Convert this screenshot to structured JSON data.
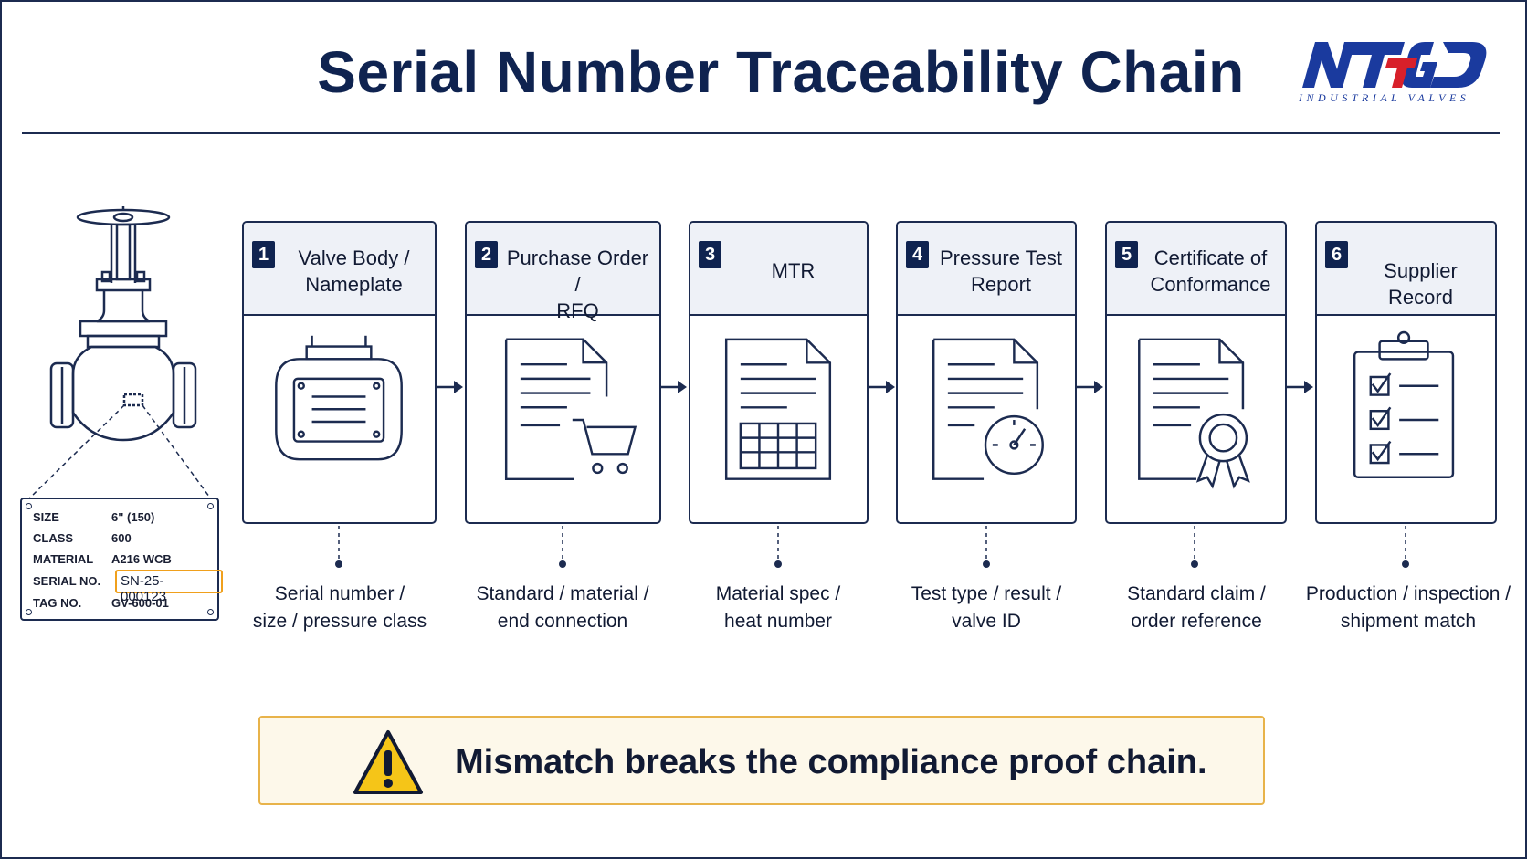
{
  "header": {
    "title": "Serial Number Traceability Chain",
    "logo_text": "NTGD",
    "logo_tagline": "INDUSTRIAL VALVES"
  },
  "nameplate": {
    "rows": [
      {
        "key": "SIZE",
        "value": "6\" (150)"
      },
      {
        "key": "CLASS",
        "value": "600"
      },
      {
        "key": "MATERIAL",
        "value": "A216 WCB"
      },
      {
        "key": "SERIAL NO.",
        "value": "SN-25-000123"
      },
      {
        "key": "TAG NO.",
        "value": "GV-600-01"
      }
    ],
    "highlight_color": "#f0a01c"
  },
  "steps": [
    {
      "number": "1",
      "title_line1": "Valve Body /",
      "title_line2": "Nameplate",
      "icon": "nameplate-icon",
      "desc_line1": "Serial number /",
      "desc_line2": "size / pressure class"
    },
    {
      "number": "2",
      "title_line1": "Purchase Order /",
      "title_line2": "RFQ",
      "icon": "purchase-order-icon",
      "desc_line1": "Standard / material /",
      "desc_line2": "end connection"
    },
    {
      "number": "3",
      "title_line1": "MTR",
      "title_line2": "",
      "icon": "mtr-document-icon",
      "desc_line1": "Material spec /",
      "desc_line2": "heat number"
    },
    {
      "number": "4",
      "title_line1": "Pressure Test",
      "title_line2": "Report",
      "icon": "pressure-test-icon",
      "desc_line1": "Test type / result /",
      "desc_line2": "valve ID"
    },
    {
      "number": "5",
      "title_line1": "Certificate of",
      "title_line2": "Conformance",
      "icon": "certificate-icon",
      "desc_line1": "Standard claim /",
      "desc_line2": "order reference"
    },
    {
      "number": "6",
      "title_line1": "Supplier Record",
      "title_line2": "",
      "icon": "clipboard-checklist-icon",
      "desc_line1": "Production / inspection /",
      "desc_line2": "shipment match"
    }
  ],
  "warning": {
    "icon": "warning-triangle-icon",
    "text": "Mismatch breaks the compliance proof chain.",
    "bg_color": "#fdf8ea",
    "border_color": "#e8b34a",
    "icon_color": "#f5c518"
  },
  "colors": {
    "navy": "#0f2350",
    "logo_blue": "#1a3a9e",
    "logo_red": "#d8202a"
  }
}
